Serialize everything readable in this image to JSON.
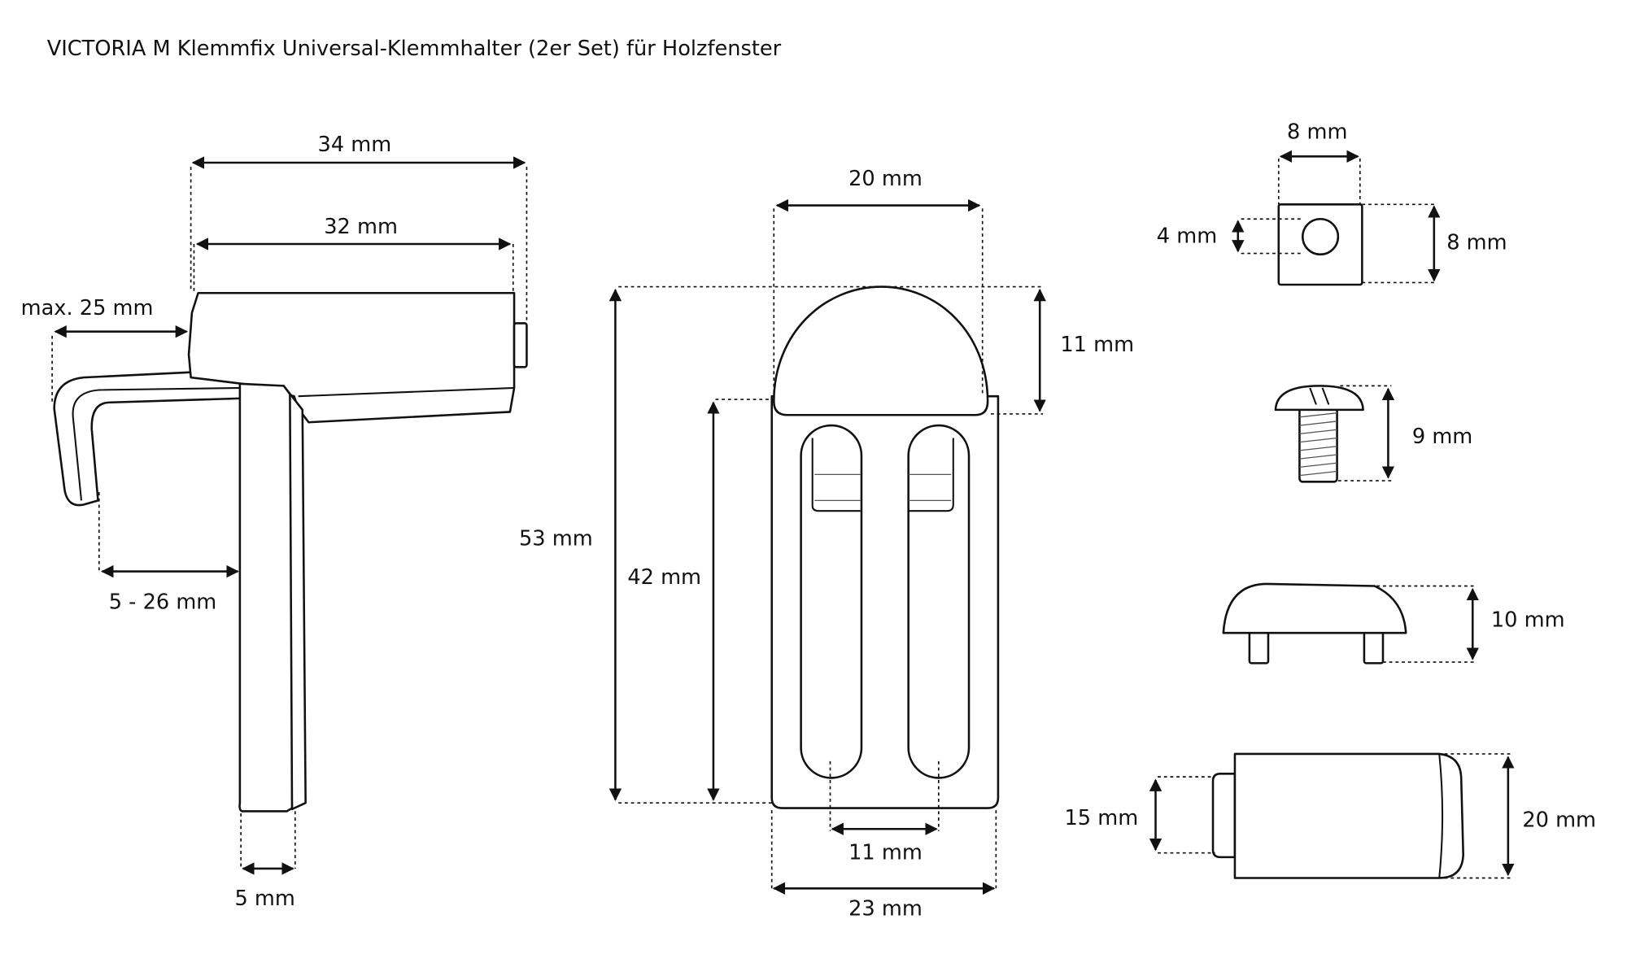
{
  "title": "VICTORIA M Klemmfix Universal-Klemmhalter (2er Set) für Holzfenster",
  "holder": {
    "width_total": "34 mm",
    "width_body": "32 mm",
    "hook_reach": "max. 25 mm",
    "clamp_range": "5 - 26 mm",
    "leg_thickness": "5 mm"
  },
  "plate": {
    "dome_width": "20 mm",
    "total_height": "53 mm",
    "body_height": "42 mm",
    "dome_height": "11 mm",
    "slot_spacing": "11 mm",
    "body_width": "23 mm"
  },
  "nut": {
    "width": "8 mm",
    "height": "8 mm",
    "hole": "4 mm"
  },
  "screw": {
    "length": "9 mm"
  },
  "cap": {
    "height": "10 mm"
  },
  "roller": {
    "small_diameter": "15 mm",
    "large_diameter": "20 mm"
  }
}
